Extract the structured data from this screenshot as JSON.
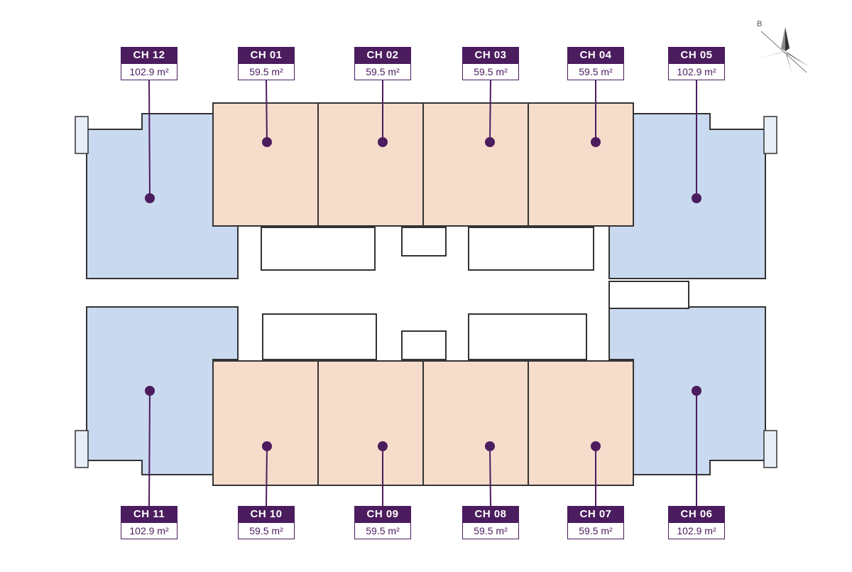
{
  "compass": {
    "letter": "B",
    "icon": "compass-rose-icon"
  },
  "colors": {
    "accent": "#4b1c5e",
    "large_unit_fill": "#c9d9ef",
    "small_unit_fill": "#f6dccb"
  },
  "apartments": [
    {
      "code": "CH 12",
      "area": "102.9 m²",
      "type": "large"
    },
    {
      "code": "CH 01",
      "area": "59.5 m²",
      "type": "small"
    },
    {
      "code": "CH 02",
      "area": "59.5 m²",
      "type": "small"
    },
    {
      "code": "CH 03",
      "area": "59.5 m²",
      "type": "small"
    },
    {
      "code": "CH 04",
      "area": "59.5 m²",
      "type": "small"
    },
    {
      "code": "CH 05",
      "area": "102.9 m²",
      "type": "large"
    },
    {
      "code": "CH 11",
      "area": "102.9 m²",
      "type": "large"
    },
    {
      "code": "CH 10",
      "area": "59.5 m²",
      "type": "small"
    },
    {
      "code": "CH 09",
      "area": "59.5 m²",
      "type": "small"
    },
    {
      "code": "CH 08",
      "area": "59.5 m²",
      "type": "small"
    },
    {
      "code": "CH 07",
      "area": "59.5 m²",
      "type": "small"
    },
    {
      "code": "CH 06",
      "area": "102.9 m²",
      "type": "large"
    }
  ]
}
